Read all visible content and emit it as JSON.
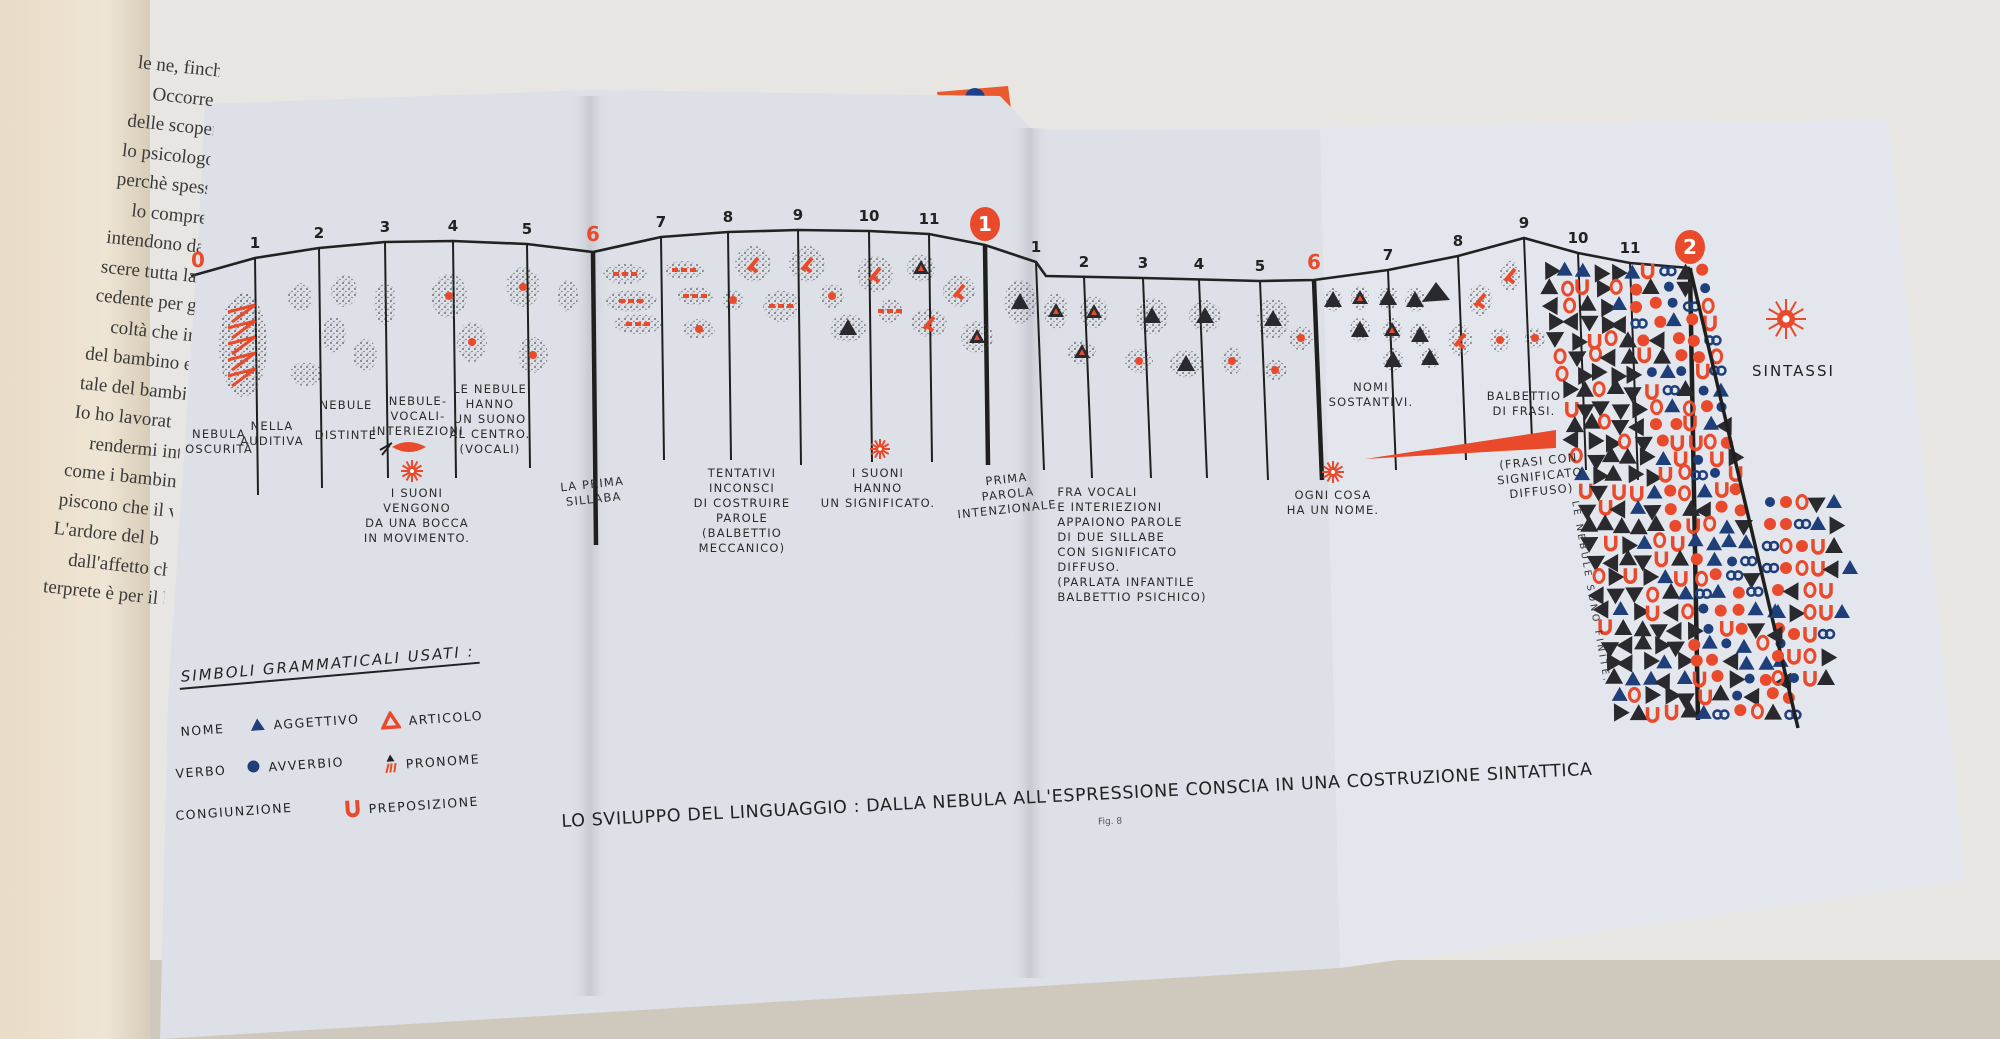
{
  "book_page_text": [
    "le ne, finché",
    "Occorre",
    "delle scoperte d",
    "lo psicologo g",
    "perchè spesso",
    "lo comprendono",
    "intendono dare",
    "scere tutta la",
    "cedente per g",
    "coltà che incon",
    "del bambino e",
    "tale del bambino",
    "Io ho lavorat",
    "rendermi interpre",
    "come i bambini",
    "piscono che il vi",
    "L'ardore del b",
    "dall'affetto che egli",
    "terprete è per il bambi"
  ],
  "timeline": {
    "numbers": [
      "0",
      "1",
      "2",
      "3",
      "4",
      "5",
      "6",
      "7",
      "8",
      "9",
      "10",
      "11",
      "1",
      "1",
      "2",
      "3",
      "4",
      "5",
      "6",
      "7",
      "8",
      "9",
      "10",
      "11",
      "2"
    ],
    "highlighted": [
      0,
      6,
      12,
      18,
      24
    ],
    "badges": [
      12,
      24
    ]
  },
  "labels": {
    "nebula_oscurita": "NEBULA\nOSCURITÀ",
    "nella_auditiva": "NELLA\nAUDITIVA",
    "nebule_distinte": "NEBULE\n\nDISTINTE",
    "nebule_vocali": "NEBULE-\nVOCALI-\nINTERIEZIONI",
    "suoni_bocca": "I SUONI\nVENGONO\nDA UNA BOCCA\nIN MOVIMENTO.",
    "nebule_suono": "LE NEBULE\nHANNO\nUN SUONO\nAL CENTRO.\n(VOCALI)",
    "prima_sillaba": "LA PRIMA\nSILLABA",
    "tentativi": "TENTATIVI\nINCONSCI\nDI COSTRUIRE\nPAROLE\n(BALBETTIO\nMECCANICO)",
    "suoni_significato": "I SUONI\nHANNO\nUN SIGNIFICATO.",
    "prima_parola": "PRIMA\nPAROLA\nINTENZIONALE.",
    "fra_vocali": "FRA VOCALI\nE INTERIEZIONI\nAPPAIONO PAROLE\nDI DUE SILLABE\nCON SIGNIFICATO\nDIFFUSO.\n(PARLATA INFANTILE\nBALBETTIO PSICHICO)",
    "ogni_cosa": "OGNI COSA\nHA UN NOME.",
    "nomi_sostantivi": "NOMI\nSOSTANTIVI.",
    "balbettio_frasi": "BALBETTIO\nDI FRASI.",
    "frasi_significato": "(FRASI CON\nSIGNIFICATO\nDIFFUSO)",
    "nebule_finite": "LE NEBULE SONO FINITE.",
    "sintassi": "SINTASSI"
  },
  "legend": {
    "title": "SIMBOLI GRAMMATICALI USATI :",
    "items": [
      {
        "label": "NOME",
        "symbol": "none"
      },
      {
        "label": "AGGETTIVO",
        "symbol": "blue-triangle"
      },
      {
        "label": "ARTICOLO",
        "symbol": "red-outline-triangle"
      },
      {
        "label": "VERBO",
        "symbol": "none"
      },
      {
        "label": "AVVERBIO",
        "symbol": "blue-circle"
      },
      {
        "label": "PRONOME",
        "symbol": "pronoun-mark"
      },
      {
        "label": "CONGIUNZIONE",
        "symbol": "none"
      },
      {
        "label": "PREPOSIZIONE",
        "symbol": "red-u"
      }
    ]
  },
  "caption": "LO SVILUPPO DEL LINGUAGGIO : DALLA NEBULA ALL'ESPRESSIONE CONSCIA IN UNA COSTRUZIONE SINTATTICA",
  "figure_number": "Fig. 8",
  "colors": {
    "red": "#ea4a2c",
    "blue": "#1f3f7a",
    "black": "#2a2a2e",
    "paper": "#dde0e6"
  }
}
